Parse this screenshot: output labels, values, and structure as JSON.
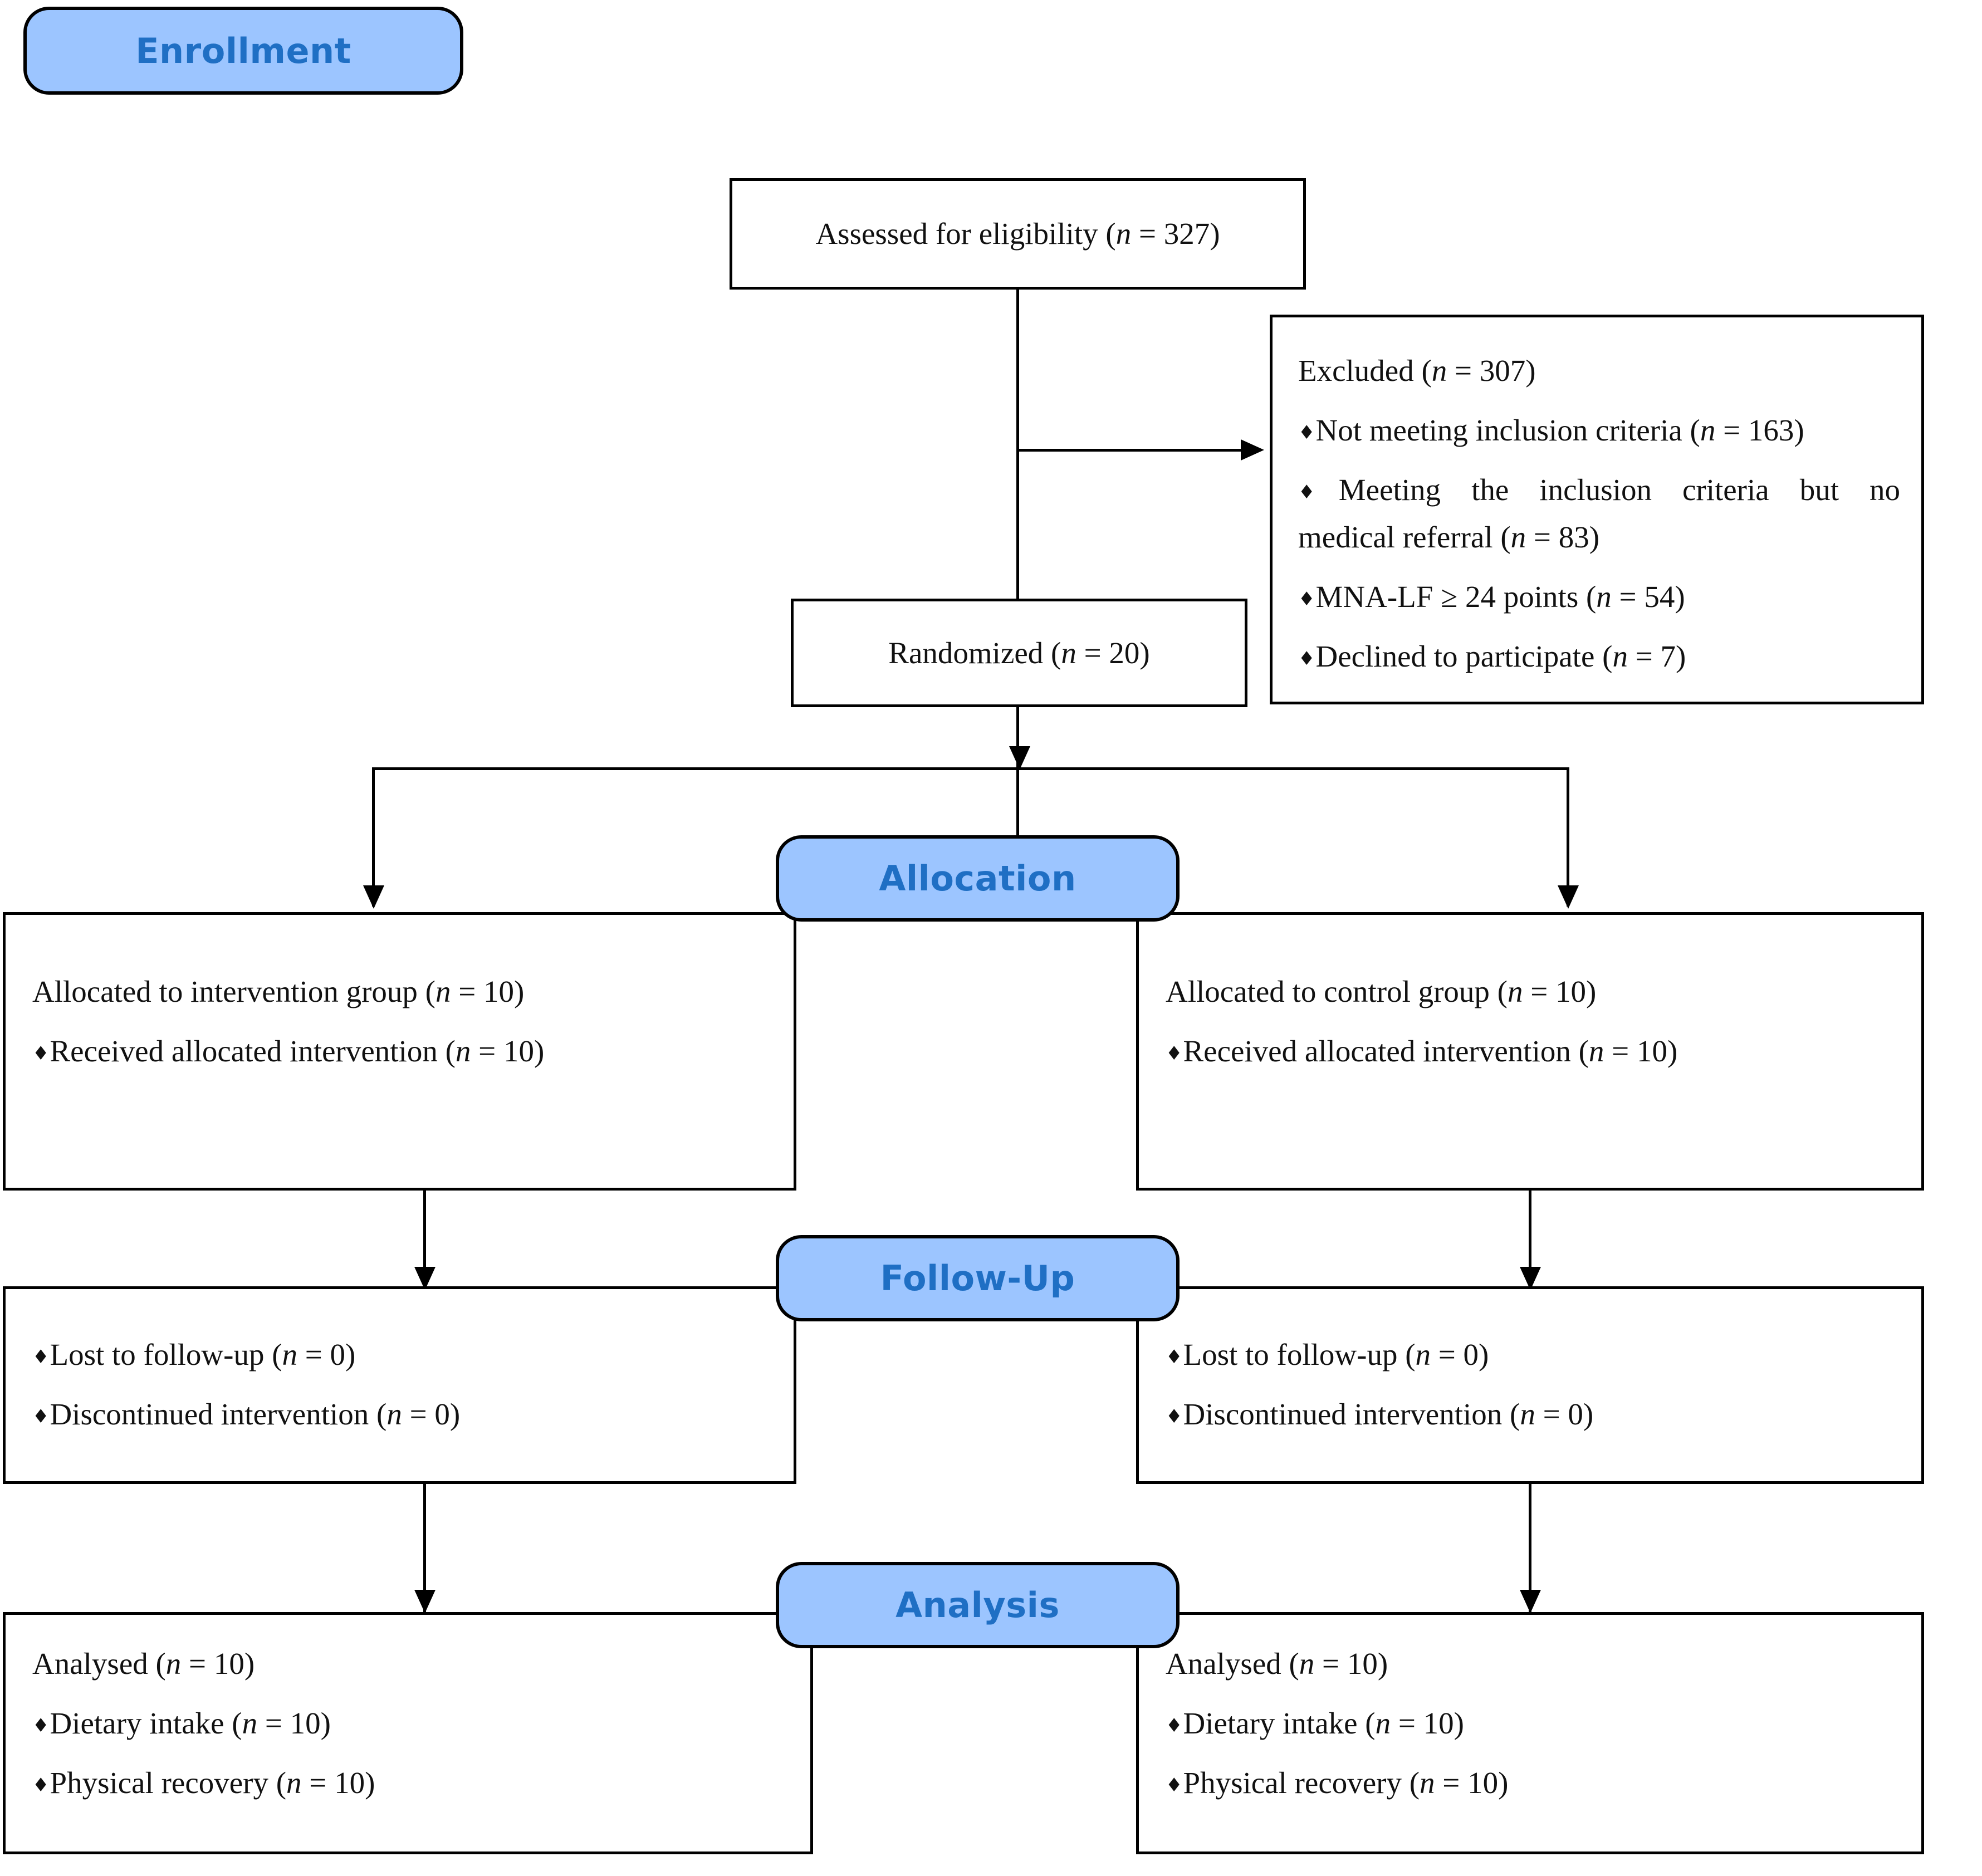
{
  "diagram": {
    "title": "CONSORT participant flow diagram",
    "colors": {
      "stage_fill": "#9CC5FF",
      "stage_text": "#1F6FC4",
      "box_border": "#000000",
      "box_fill": "#FFFFFF",
      "connector": "#000000"
    }
  },
  "stages": {
    "enrollment": "Enrollment",
    "allocation": "Allocation",
    "followup": "Follow-Up",
    "analysis": "Analysis"
  },
  "enrollment": {
    "assessed": {
      "label": "Assessed for eligibility (",
      "n_symbol": "n",
      "n_value": " = 327)"
    },
    "randomized": {
      "label": "Randomized (",
      "n_symbol": "n",
      "n_value": " = 20)"
    },
    "excluded": {
      "heading": "Excluded (",
      "heading_n_symbol": "n",
      "heading_n_value": " = 307)",
      "items": [
        {
          "text": "Not meeting inclusion criteria (",
          "n_symbol": "n",
          "n_value": " = 163)"
        },
        {
          "text": "Meeting the inclusion criteria but no",
          "continuation": "medical referral (",
          "n_symbol": "n",
          "n_value": " = 83)"
        },
        {
          "text": "MNA-LF ≥ 24 points (",
          "n_symbol": "n",
          "n_value": " = 54)"
        },
        {
          "text": "Declined to participate (",
          "n_symbol": "n",
          "n_value": " = 7)"
        }
      ]
    }
  },
  "allocation": {
    "left": {
      "heading": "Allocated to intervention group (",
      "heading_n_symbol": "n",
      "heading_n_value": " = 10)",
      "items": [
        {
          "text": "Received allocated intervention (",
          "n_symbol": "n",
          "n_value": " = 10)"
        }
      ]
    },
    "right": {
      "heading": "Allocated to control group (",
      "heading_n_symbol": "n",
      "heading_n_value": " = 10)",
      "items": [
        {
          "text": "Received allocated intervention (",
          "n_symbol": "n",
          "n_value": " = 10)"
        }
      ]
    }
  },
  "followup": {
    "left": {
      "items": [
        {
          "text": "Lost to follow-up (",
          "n_symbol": "n",
          "n_value": " = 0)"
        },
        {
          "text": "Discontinued intervention (",
          "n_symbol": "n",
          "n_value": " = 0)"
        }
      ]
    },
    "right": {
      "items": [
        {
          "text": "Lost to follow-up (",
          "n_symbol": "n",
          "n_value": " = 0)"
        },
        {
          "text": "Discontinued intervention (",
          "n_symbol": "n",
          "n_value": " = 0)"
        }
      ]
    }
  },
  "analysis": {
    "left": {
      "heading": "Analysed (",
      "heading_n_symbol": "n",
      "heading_n_value": " = 10)",
      "items": [
        {
          "text": "Dietary intake (",
          "n_symbol": "n",
          "n_value": " = 10)"
        },
        {
          "text": "Physical recovery (",
          "n_symbol": "n",
          "n_value": " = 10)"
        }
      ]
    },
    "right": {
      "heading": "Analysed (",
      "heading_n_symbol": "n",
      "heading_n_value": " = 10)",
      "items": [
        {
          "text": "Dietary intake (",
          "n_symbol": "n",
          "n_value": " = 10)"
        },
        {
          "text": "Physical recovery (",
          "n_symbol": "n",
          "n_value": " = 10)"
        }
      ]
    }
  },
  "bullet_glyph": "♦"
}
